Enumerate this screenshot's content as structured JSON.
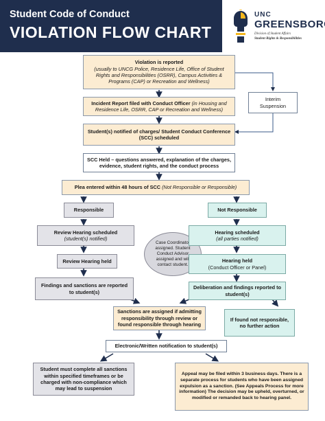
{
  "header": {
    "title_line1": "Student Code of Conduct",
    "title_line2": "VIOLATION FLOW CHART",
    "logo_small": "UNC",
    "logo_big": "GREENSBORO",
    "logo_division": "Division of Student Affairs",
    "logo_office": "Student Rights & Responsibilities"
  },
  "flow": {
    "violation_title": "Violation is reported",
    "violation_desc": "(usually to UNCG Police, Residence Life, Office of Student Rights and Responsibilities (OSRR), Campus Activities & Programs (CAP) or Recreation and Wellness)",
    "incident_bold": "Incident Report filed with Conduct Officer",
    "incident_ital": " (in Housing and Residence Life, OSRR, CAP or Recreation and Wellness)",
    "interim": "Interim Suspension",
    "notified": "Student(s) notified of charges/ Student Conduct Conference (SCC) scheduled",
    "scc": "SCC Held – questions answered, explanation of the charges, evidence, student rights, and the conduct process",
    "plea_bold": "Plea entered within 48 hours of SCC",
    "plea_ital": " (Not Responsible or Responsible)",
    "responsible": "Responsible",
    "not_responsible": "Not Responsible",
    "review_sched_bold": "Review Hearing scheduled",
    "review_sched_ital": "(student(s) notified)",
    "review_held": "Review Hearing held",
    "findings": "Findings and sanctions are reported to student(s)",
    "advisor_note": "Case Coordinator assigned. Student Conduct Advisor assigned and will contact student.",
    "hearing_sched_bold": "Hearing scheduled",
    "hearing_sched_ital": "(all parties notified)",
    "hearing_held_bold": "Hearing held",
    "hearing_held_sub": "(Conduct Officer or Panel)",
    "deliberation": "Deliberation and findings reported to student(s)",
    "sanctions": "Sanctions are assigned if admitting responsibility through review or found responsible through hearing",
    "if_found": "If found not responsible, no further action",
    "electronic": "Electronic/Written notification to student(s)",
    "complete": "Student must complete all sanctions within specified timeframes or be charged with non-compliance which may lead to suspension",
    "appeal": "Appeal may be filed within 3 business days. There is a separate process for students who have been assigned expulsion as a sanction. (See Appeals Process for more information) The decision may be upheld, overturned, or modified or remanded back to hearing panel."
  },
  "colors": {
    "navy": "#1f2e4d",
    "peach": "#fcecd2",
    "gray": "#e3e3e8",
    "teal": "#d9f2ee",
    "gold": "#f5b71d"
  }
}
